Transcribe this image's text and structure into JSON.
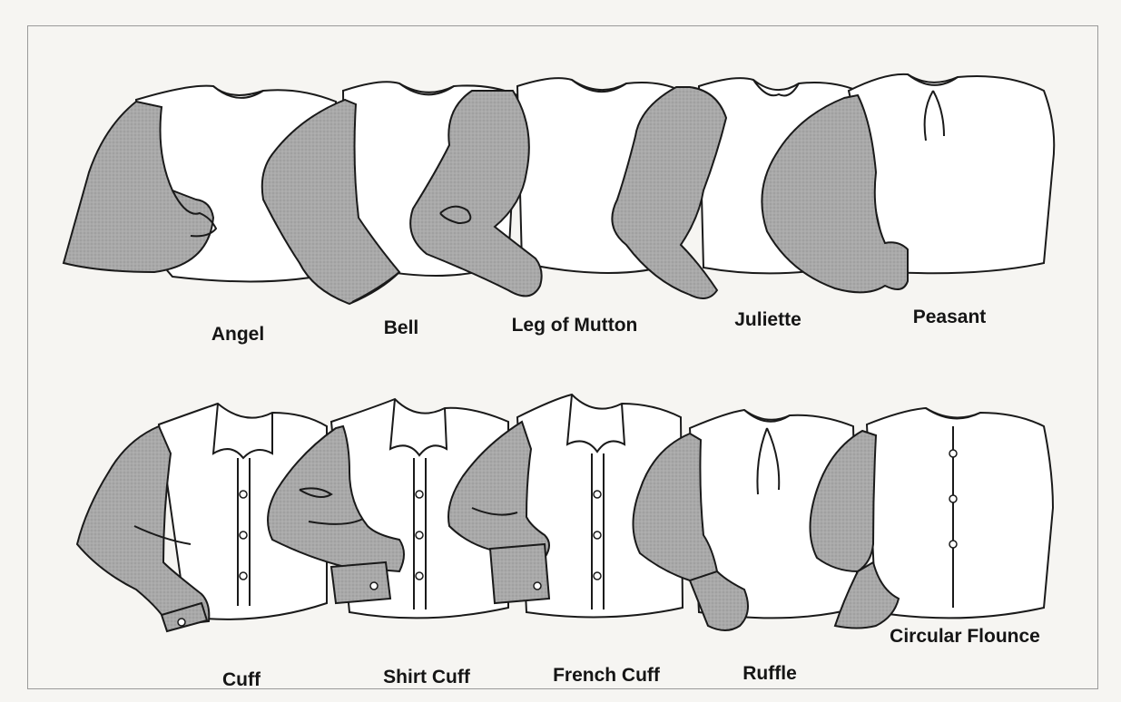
{
  "diagram": {
    "ink_color": "#1a1a1a",
    "sleeve_fill": "#a9a9a9",
    "body_fill": "#ffffff",
    "rows": [
      {
        "items": [
          {
            "label": "Angel",
            "sleeve": "angel"
          },
          {
            "label": "Bell",
            "sleeve": "bell"
          },
          {
            "label": "Leg of Mutton",
            "sleeve": "leg-of-mutton"
          },
          {
            "label": "Juliette",
            "sleeve": "juliette"
          },
          {
            "label": "Peasant",
            "sleeve": "peasant"
          }
        ]
      },
      {
        "items": [
          {
            "label": "Cuff",
            "sleeve": "cuff"
          },
          {
            "label": "Shirt Cuff",
            "sleeve": "shirt-cuff"
          },
          {
            "label": "French Cuff",
            "sleeve": "french-cuff"
          },
          {
            "label": "Ruffle",
            "sleeve": "ruffle"
          },
          {
            "label": "Circular Flounce",
            "sleeve": "circular-flounce"
          }
        ]
      }
    ]
  }
}
